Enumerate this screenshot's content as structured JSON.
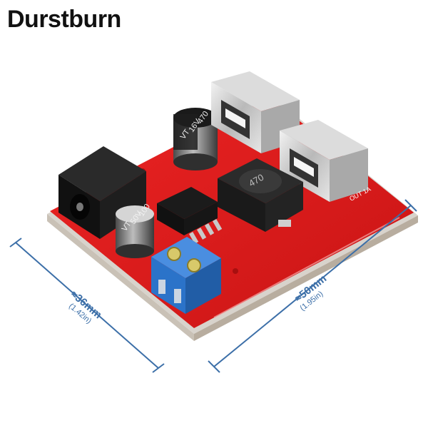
{
  "brand": "Durstburn",
  "dimensions": {
    "width": {
      "mm": "≈36mm",
      "inches": "(1.42in)"
    },
    "length": {
      "mm": "≈50mm",
      "inches": "(1.95in)"
    }
  },
  "board": {
    "cap_large": [
      "470",
      "16V",
      "VT"
    ],
    "cap_small": [
      "100",
      "50V",
      "VT"
    ],
    "inductor_marking": "470",
    "output_label": "OUT 1A"
  },
  "colors": {
    "pcb": "#e21b1b",
    "dimension_line": "#3c6fa8",
    "terminal_block": "#2b73c9"
  }
}
